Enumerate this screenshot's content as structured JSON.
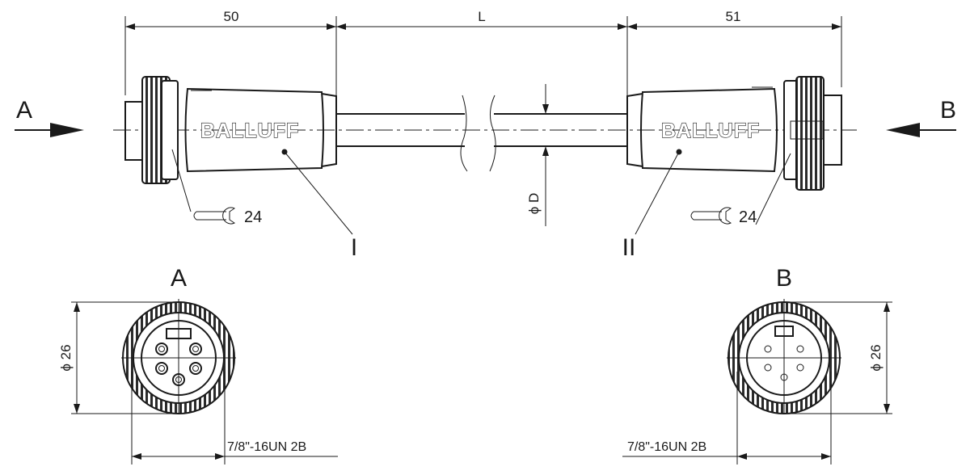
{
  "dimensions": {
    "left_length": "50",
    "cable_length": "L",
    "right_length": "51",
    "cable_diameter": "ϕ D",
    "diameter_a": "ϕ 26",
    "diameter_b": "ϕ 26",
    "thread_a": "7/8\"-16UN 2B",
    "thread_b": "7/8\"-16UN 2B"
  },
  "views": {
    "arrow_a": "A",
    "arrow_b": "B",
    "face_a_title": "A",
    "face_b_title": "B"
  },
  "parts": {
    "part_1": "I",
    "part_2": "II"
  },
  "wrench": {
    "size_left": "24",
    "size_right": "24"
  },
  "brand": {
    "logo_left": "BALLUFF",
    "logo_right": "BALLUFF"
  }
}
